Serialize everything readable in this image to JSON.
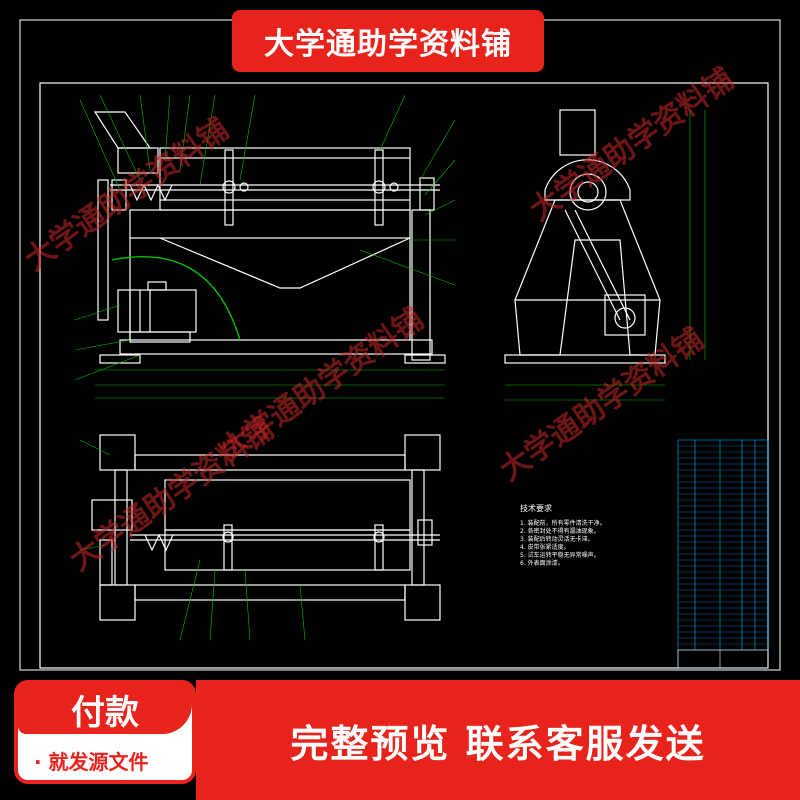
{
  "banner": {
    "top_title": "大学通助学资料铺"
  },
  "pay": {
    "title": "付款",
    "subtitle": "· 就发源文件"
  },
  "bottom": {
    "text": "完整预览  联系客服发送"
  },
  "watermarks": [
    "大学通助学资料铺",
    "大学通助学资料铺",
    "大学通助学资料铺",
    "大学通助学资料铺",
    "大学通助学资料铺"
  ],
  "tech_requirements": {
    "title": "技术要求",
    "lines": [
      "1. 装配前，所有零件清洗干净。",
      "2. 各密封处不得有漏油现象。",
      "3. 装配后转动灵活无卡滞。",
      "4. 皮带张紧适度。",
      "5. 试车运转平稳无异常噪声。",
      "6. 外表面涂漆。"
    ]
  },
  "colors": {
    "brand_red": "#e8231c",
    "cad_white": "#ffffff",
    "cad_green": "#00c000",
    "cad_cyan": "#00b0ff"
  }
}
